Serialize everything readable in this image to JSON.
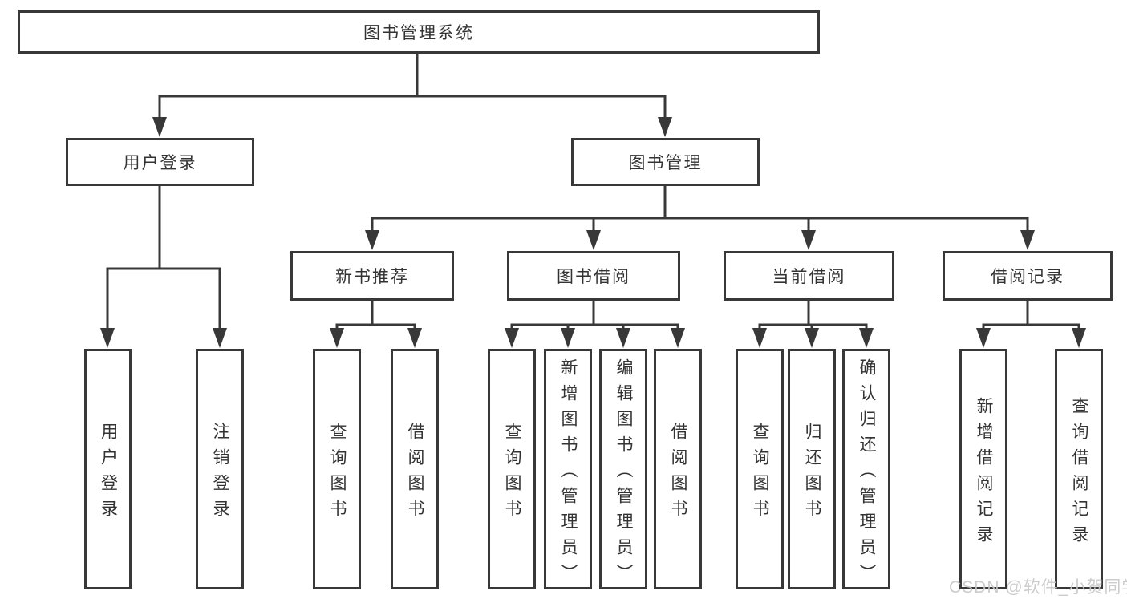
{
  "diagram": {
    "root": {
      "label": "图书管理系统",
      "children": [
        {
          "label": "用户登录",
          "children": [
            {
              "label": "用户登录"
            },
            {
              "label": "注销登录"
            }
          ]
        },
        {
          "label": "图书管理",
          "children": [
            {
              "label": "新书推荐",
              "children": [
                {
                  "label": "查询图书"
                },
                {
                  "label": "借阅图书"
                }
              ]
            },
            {
              "label": "图书借阅",
              "children": [
                {
                  "label": "查询图书"
                },
                {
                  "label": "新增图书（管理员）"
                },
                {
                  "label": "编辑图书（管理员）"
                },
                {
                  "label": "借阅图书"
                }
              ]
            },
            {
              "label": "当前借阅",
              "children": [
                {
                  "label": "查询图书"
                },
                {
                  "label": "归还图书"
                },
                {
                  "label": "确认归还（管理员）"
                }
              ]
            },
            {
              "label": "借阅记录",
              "children": [
                {
                  "label": "新增借阅记录"
                },
                {
                  "label": "查询借阅记录"
                }
              ]
            }
          ]
        }
      ]
    }
  },
  "watermark": {
    "text": "CSDN @软件_小贺同学"
  },
  "colors": {
    "line": "#383838",
    "text": "#333333",
    "box_fill": "#ffffff",
    "watermark": "#c8c8c8"
  }
}
